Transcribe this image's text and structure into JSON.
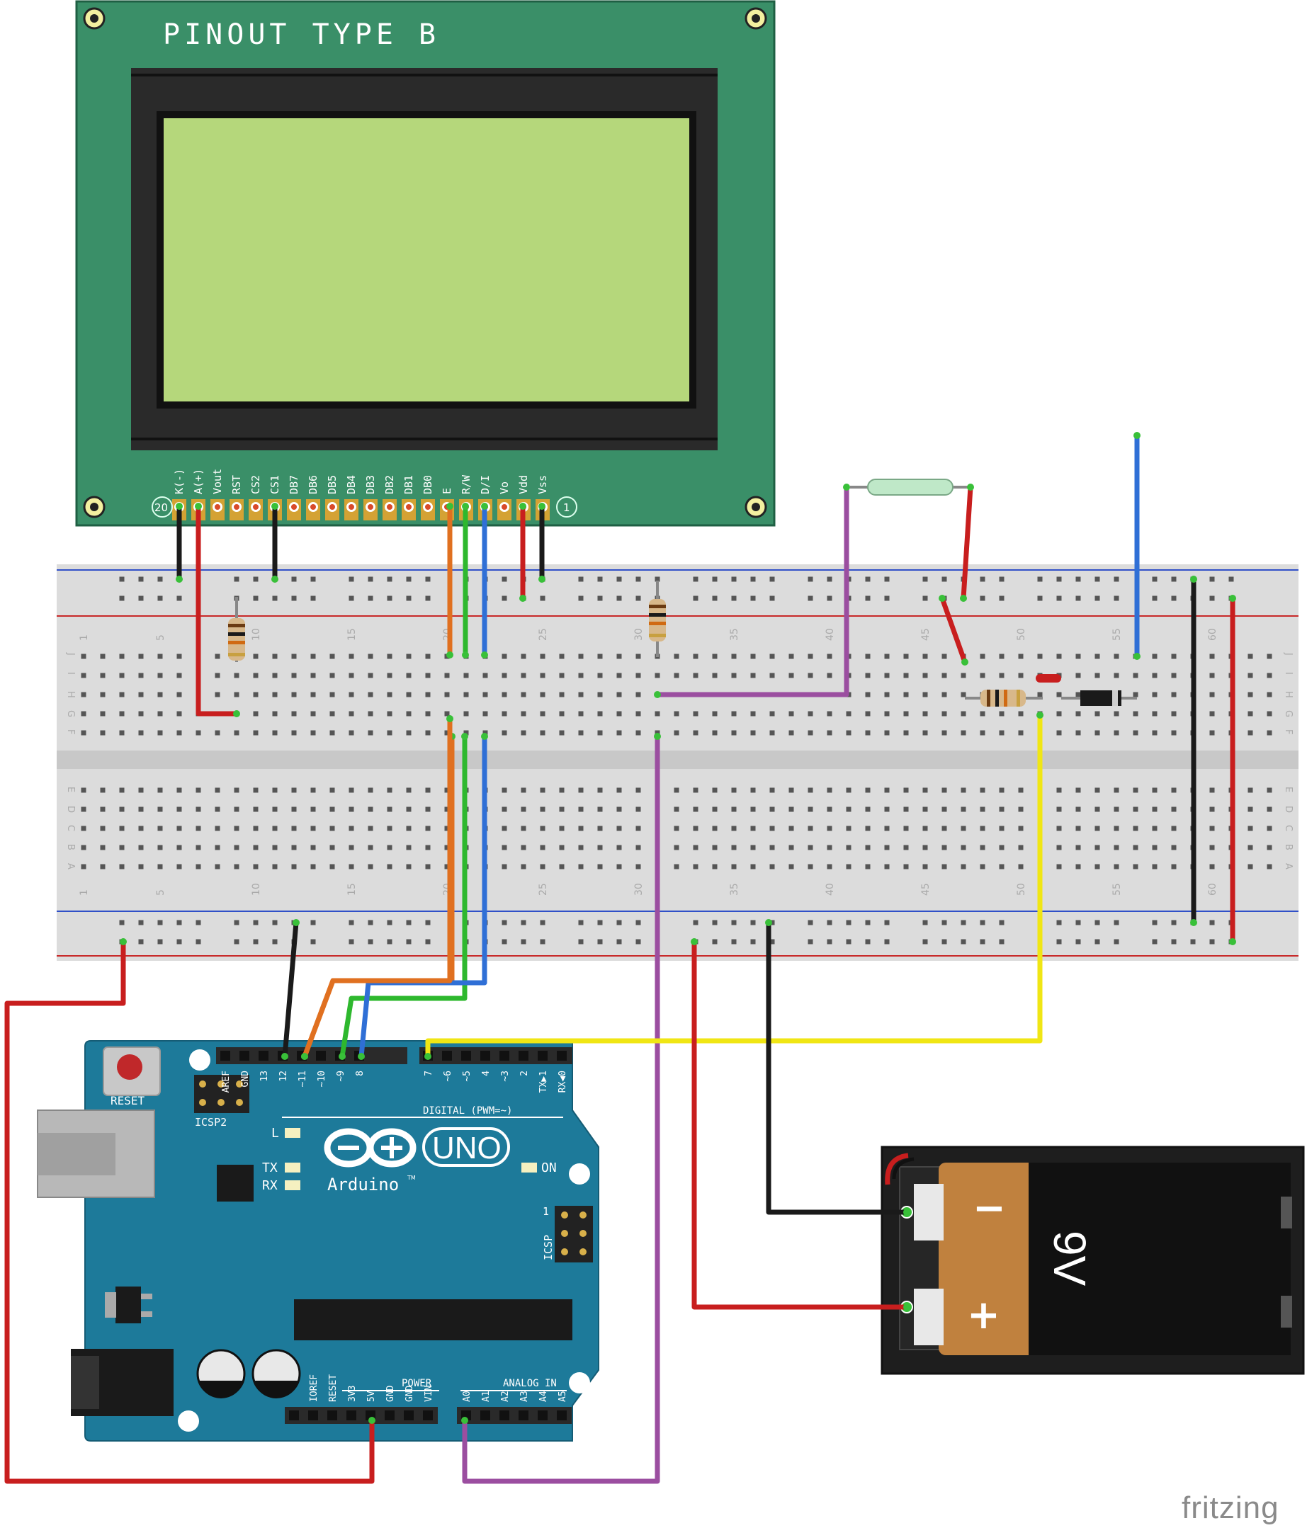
{
  "lcd": {
    "title": "PINOUT TYPE B",
    "pins": [
      "K(-)",
      "A(+)",
      "Vout",
      "RST",
      "CS2",
      "CS1",
      "DB7",
      "DB6",
      "DB5",
      "DB4",
      "DB3",
      "DB2",
      "DB1",
      "DB0",
      "E",
      "R/W",
      "D/I",
      "Vo",
      "Vdd",
      "Vss"
    ],
    "pin_first_marker": "20",
    "pin_last_marker": "1",
    "screen_color": "#b5d77b",
    "pcb_color": "#3a8f68"
  },
  "breadboard": {
    "col_numbers_top": [
      "1",
      "5",
      "10",
      "15",
      "20",
      "25",
      "30",
      "35",
      "40",
      "45",
      "50",
      "55",
      "60"
    ],
    "row_letters_top": [
      "J",
      "I",
      "H",
      "G",
      "F"
    ],
    "row_letters_bottom": [
      "E",
      "D",
      "C",
      "B",
      "A"
    ]
  },
  "arduino": {
    "reset_label": "RESET",
    "icsp2_label": "ICSP2",
    "icsp_label": "ICSP",
    "icsp_pin1": "1",
    "uno_label": "UNO",
    "brand_label": "Arduino",
    "tm": "TM",
    "digital_header_label": "DIGITAL (PWM=~)",
    "digital_pins": [
      "AREF",
      "GND",
      "13",
      "12",
      "~11",
      "~10",
      "~9",
      "8",
      "7",
      "~6",
      "~5",
      "4",
      "~3",
      "2",
      "TX▶1",
      "RX◀0"
    ],
    "led_labels": {
      "l": "L",
      "tx": "TX",
      "rx": "RX",
      "on": "ON"
    },
    "power_header_label": "POWER",
    "power_pins": [
      "IOREF",
      "RESET",
      "3V3",
      "5V",
      "GND",
      "GND",
      "VIN"
    ],
    "analog_header_label": "ANALOG IN",
    "analog_pins": [
      "A0",
      "A1",
      "A2",
      "A3",
      "A4",
      "A5"
    ],
    "board_color": "#1d7a9a"
  },
  "battery": {
    "label": "9V",
    "minus": "−",
    "plus": "+"
  },
  "brand": "fritzing",
  "wire_colors": {
    "red": "#c81e1e",
    "black": "#1a1a1a",
    "orange": "#e07020",
    "green": "#2eb82e",
    "blue": "#2f6fd6",
    "purple": "#9b4ea0",
    "yellow": "#f0e614"
  }
}
